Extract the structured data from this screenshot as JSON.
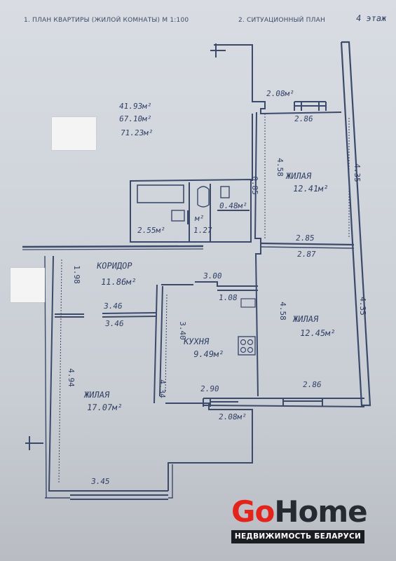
{
  "header": {
    "plan_title": "1. ПЛАН КВАРТИРЫ (ЖИЛОЙ КОМНАТЫ) М 1:100",
    "situation_title": "2. СИТУАЦИОННЫЙ ПЛАН",
    "floor_note": "4 этаж"
  },
  "areas": {
    "living": "41.93м²",
    "total": "67.10м²",
    "total_with_balcony": "71.23м²"
  },
  "rooms": {
    "balcony_top": "2.08м²",
    "bedroom_top_label": "ЖИЛАЯ",
    "bedroom_top_area": "12.41м²",
    "bathroom_area": "2.55м²",
    "wc_unit": "м²",
    "wc_size": "1.27",
    "closet_area": "0.48м²",
    "corridor_label": "КОРИДОР",
    "corridor_area": "11.86м²",
    "kitchen_label": "КУХНЯ",
    "kitchen_area": "9.49м²",
    "bedroom_right_label": "ЖИЛАЯ",
    "bedroom_right_area": "12.45м²",
    "living_left_label": "ЖИЛАЯ",
    "living_left_area": "17.07м²",
    "balcony_bottom": "2.08м²"
  },
  "dimensions": {
    "d_2_86_top": "2.86",
    "d_4_58_top": "4.58",
    "d_0_85": "0.85",
    "d_4_35_top": "4.35",
    "d_2_85": "2.85",
    "d_2_87": "2.87",
    "d_1_98_left": "1.98",
    "d_3_00": "3.00",
    "d_1_08": "1.08",
    "d_3_46_a": "3.46",
    "d_3_46_b": "3.46",
    "d_3_40": "3.40",
    "d_4_58_mid": "4.58",
    "d_4_35_right": "4.35",
    "d_4_94_left": "4.94",
    "d_4_34": "4.34",
    "d_2_90": "2.90",
    "d_2_86_bottom": "2.86",
    "d_3_45": "3.45"
  },
  "logo": {
    "go": "Go",
    "home": "Home",
    "tagline": "НЕДВИЖИМОСТЬ БЕЛАРУСИ"
  },
  "colors": {
    "ink": "#3b4a6b",
    "logo_red": "#e4231b",
    "logo_dark": "#262a33"
  }
}
